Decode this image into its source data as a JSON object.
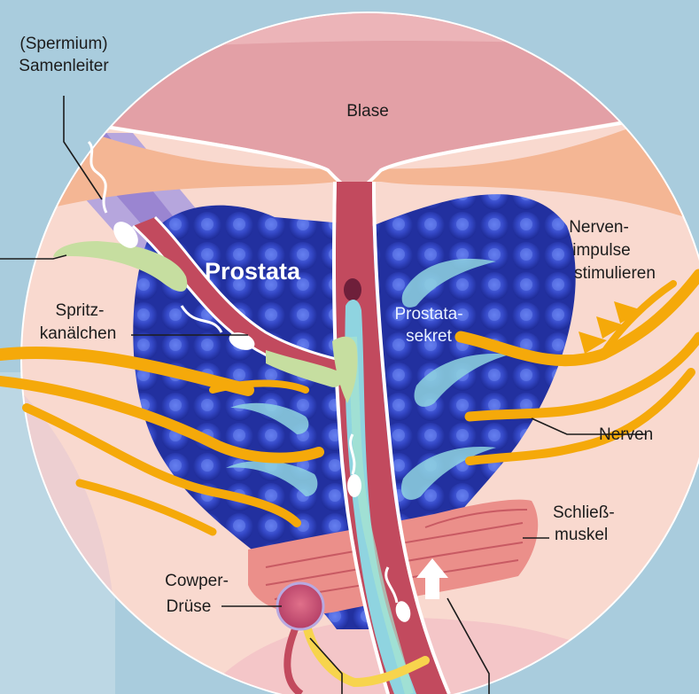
{
  "labels": {
    "samenleiter_line1": "(Spermium)",
    "samenleiter_line2": "Samenleiter",
    "blase": "Blase",
    "prostata": "Prostata",
    "prostatasekret_line1": "Prostata-",
    "prostatasekret_line2": "sekret",
    "spritz_line1": "Spritz-",
    "spritz_line2": "kanälchen",
    "nervenimpulse_line1": "Nerven-",
    "nervenimpulse_line2": "impulse",
    "nervenimpulse_line3": "stimulieren",
    "nerven": "Nerven",
    "schliess_line1": "Schließ-",
    "schliess_line2": "muskel",
    "cowper_line1": "Cowper-",
    "cowper_line2": "Drüse"
  },
  "colors": {
    "background": "#a9ccdd",
    "skin": "#f9d9cf",
    "bladder": "#e3a0a6",
    "prostata": "#2c3fc4",
    "urethra": "#c24a5e",
    "secretion": "#8fd4e0",
    "nerve": "#f5a90a",
    "spritz_duct": "#c6dea0",
    "muscle": "#eb8f8a"
  }
}
